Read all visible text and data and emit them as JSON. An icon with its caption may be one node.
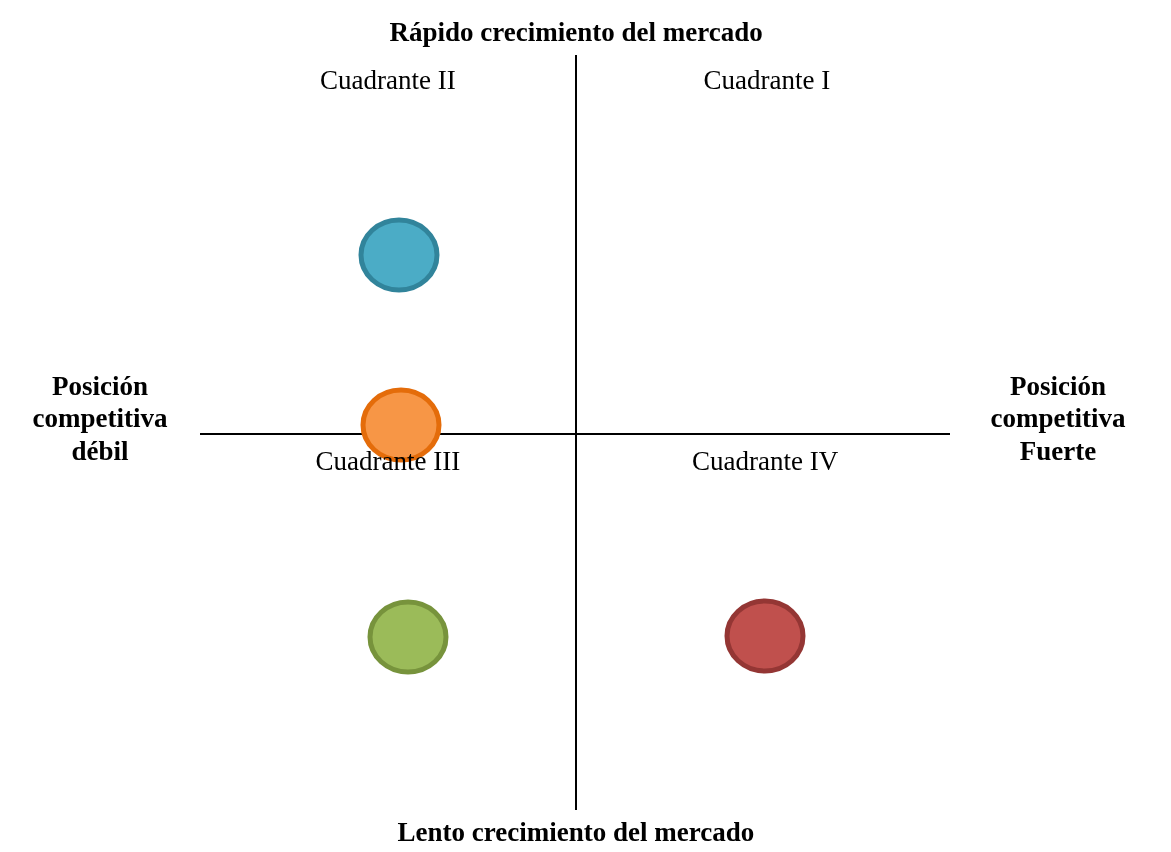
{
  "diagram": {
    "nodes": [
      {
        "text": [],
        "shape": "circle"
      },
      {
        "text": [],
        "shape": "circle"
      },
      {
        "text": [],
        "shape": "circle"
      },
      {
        "text": [],
        "shape": "circle"
      }
    ],
    "labels": [
      "Rápido crecimiento del mercado",
      "Cuadrante II",
      "Cuadrante I",
      "Posición competitiva débil",
      "Posición competitiva Fuerte",
      "Cuadrante III",
      "Cuadrante IV",
      "Lento crecimiento del mercado"
    ]
  }
}
